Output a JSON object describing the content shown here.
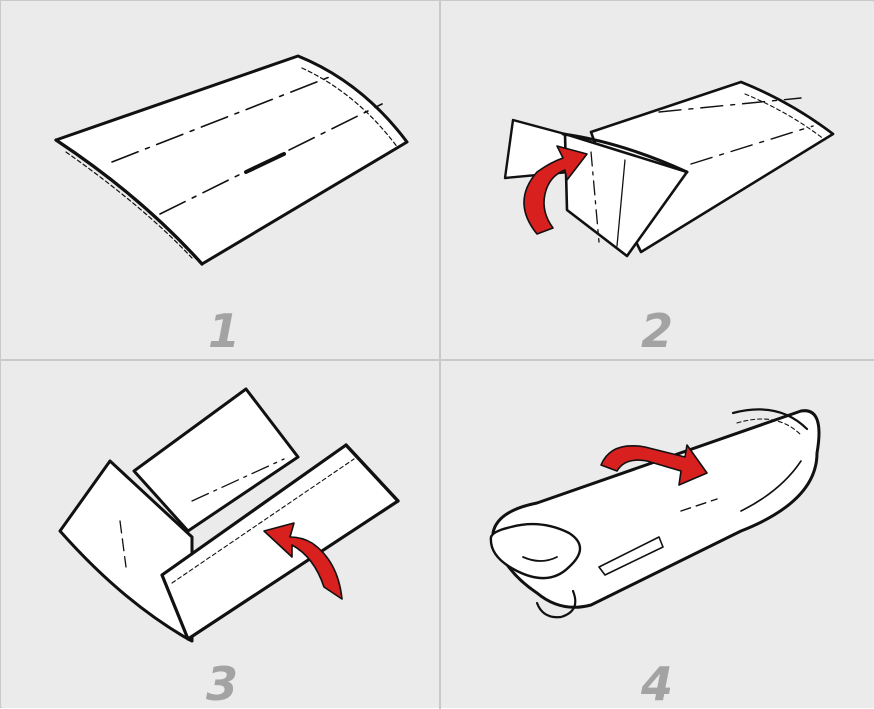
{
  "steps": [
    {
      "number": "1",
      "arrow": false
    },
    {
      "number": "2",
      "arrow": true
    },
    {
      "number": "3",
      "arrow": true
    },
    {
      "number": "4",
      "arrow": true
    }
  ],
  "colors": {
    "panel_background": "#ebebeb",
    "divider": "#c9c9c9",
    "step_number": "#a3a3a3",
    "arrow": "#d8201f",
    "cloth": "#ffffff",
    "ink": "#111111"
  }
}
